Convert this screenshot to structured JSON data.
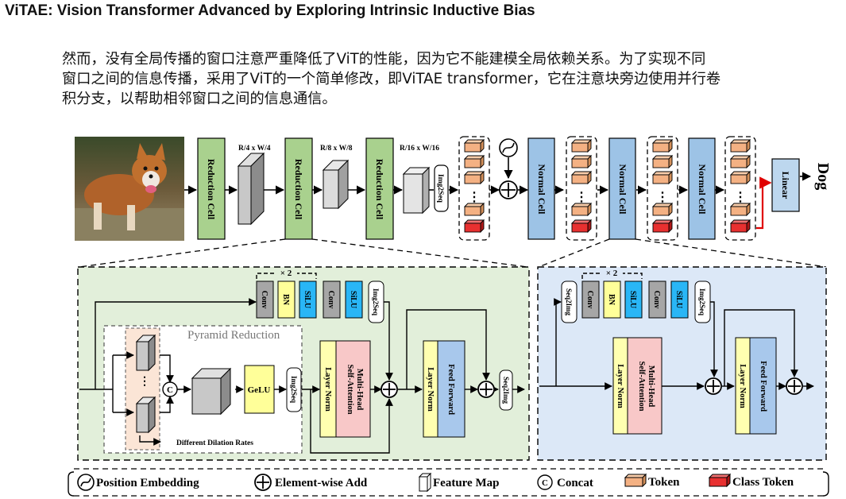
{
  "header": {
    "title": "ViTAE: Vision Transformer Advanced by Exploring Intrinsic Inductive Bias"
  },
  "paragraph": {
    "lines": [
      "然而，没有全局传播的窗口注意严重降低了ViT的性能，因为它不能建模全局依赖关系。为了实现不同",
      "窗口之间的信息传播，采用了ViT的一个简单修改，即ViTAE transformer，它在注意块旁边使用并行卷",
      "积分支，以帮助相邻窗口之间的信息通信。"
    ]
  },
  "diagram": {
    "reduction_cell_label": "Reduction Cell",
    "normal_cell_label": "Normal Cell",
    "img2seq_label": "Img2Seq",
    "seq2img_label": "Seq2Img",
    "linear_label": "Linear",
    "output_label": "Dog",
    "dims": [
      "R/4 x W/4",
      "R/8 x W/8",
      "R/16 x W/16"
    ],
    "conv_label": "Conv",
    "bn_label": "BN",
    "silu_label": "SiLU",
    "repeat_label": "× 2",
    "pyramid_label": "Pyramid Reduction",
    "gelu_label": "GeLU",
    "dilation_label": "Different Dilation Rates",
    "concat_symbol": "C",
    "layer_norm_label": "Layer Norm",
    "mhsa_label": "Multi-Head Self-Attention",
    "ff_label": "Feed Forward",
    "colors": {
      "reduction": "#a9d18e",
      "normal": "#9dc3e6",
      "token": "#f4b183",
      "class_token": "#e83030",
      "conv": "#a6a6a6",
      "bn": "#ffff99",
      "silu": "#29b6f6",
      "layer_norm": "#ffffb0",
      "mhsa": "#f8c8c8",
      "ff": "#a8c8ec",
      "green_bg": "#e2efda",
      "blue_bg": "#dce8f7"
    }
  },
  "legend": {
    "position_embedding": "Position Embedding",
    "element_add": "Element-wise Add",
    "feature_map": "Feature Map",
    "concat": "Concat",
    "token": "Token",
    "class_token": "Class Token"
  }
}
